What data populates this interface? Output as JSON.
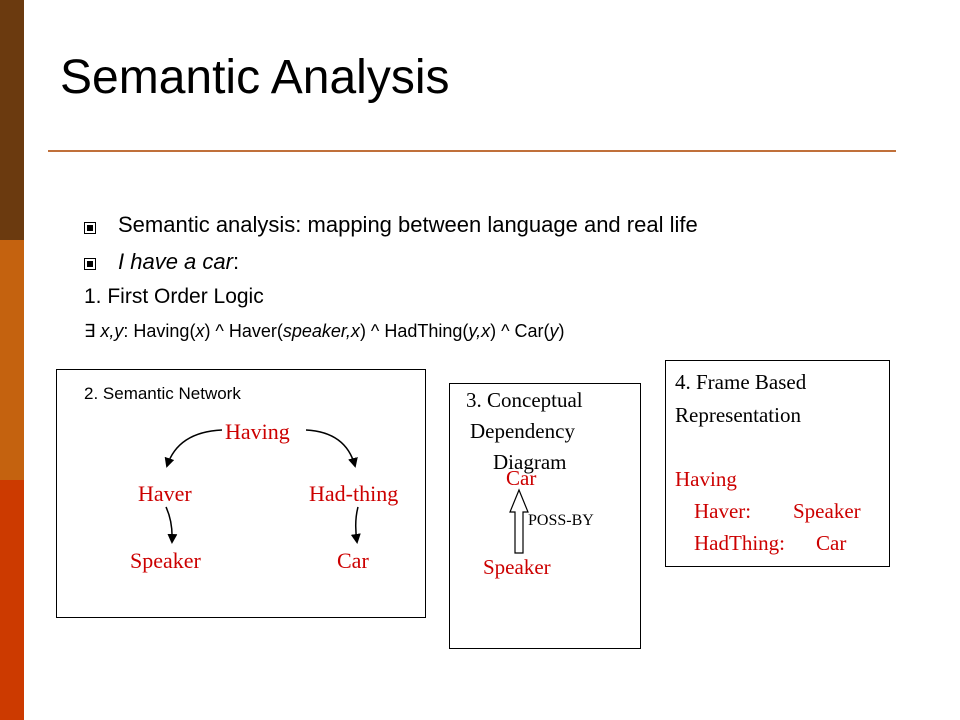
{
  "slide": {
    "title": "Semantic Analysis",
    "bullets": [
      "Semantic analysis: mapping between language and real life",
      "I have a car"
    ],
    "bullet2_suffix": ":",
    "fol_heading": "1. First Order Logic",
    "fol_formula": {
      "exists": "∃",
      "parts": [
        " ",
        "x,y",
        ": Having(",
        "x",
        ") ^ Haver(",
        "speaker,x",
        ") ^ HadThing(",
        "y,x",
        ") ^ Car(",
        "y",
        ")"
      ]
    }
  },
  "semantic_network": {
    "heading": "2. Semantic Network",
    "having": "Having",
    "haver": "Haver",
    "hadthing": "Had-thing",
    "speaker": "Speaker",
    "car": "Car"
  },
  "conceptual_dependency": {
    "heading": [
      "3. Conceptual",
      "Dependency",
      "Diagram"
    ],
    "car": "Car",
    "poss": "POSS-BY",
    "speaker": "Speaker"
  },
  "frame": {
    "heading": [
      "4. Frame Based",
      "Representation"
    ],
    "having": "Having",
    "haver_key": "Haver:",
    "haver_val": "Speaker",
    "hadthing_key": "HadThing:",
    "hadthing_val": "Car"
  },
  "colors": {
    "accent_red": "#cc0000",
    "bar_top": "#6b3a0f",
    "bar_mid": "#c4620f",
    "bar_bottom": "#cc3a00",
    "rule": "#c0703a"
  }
}
